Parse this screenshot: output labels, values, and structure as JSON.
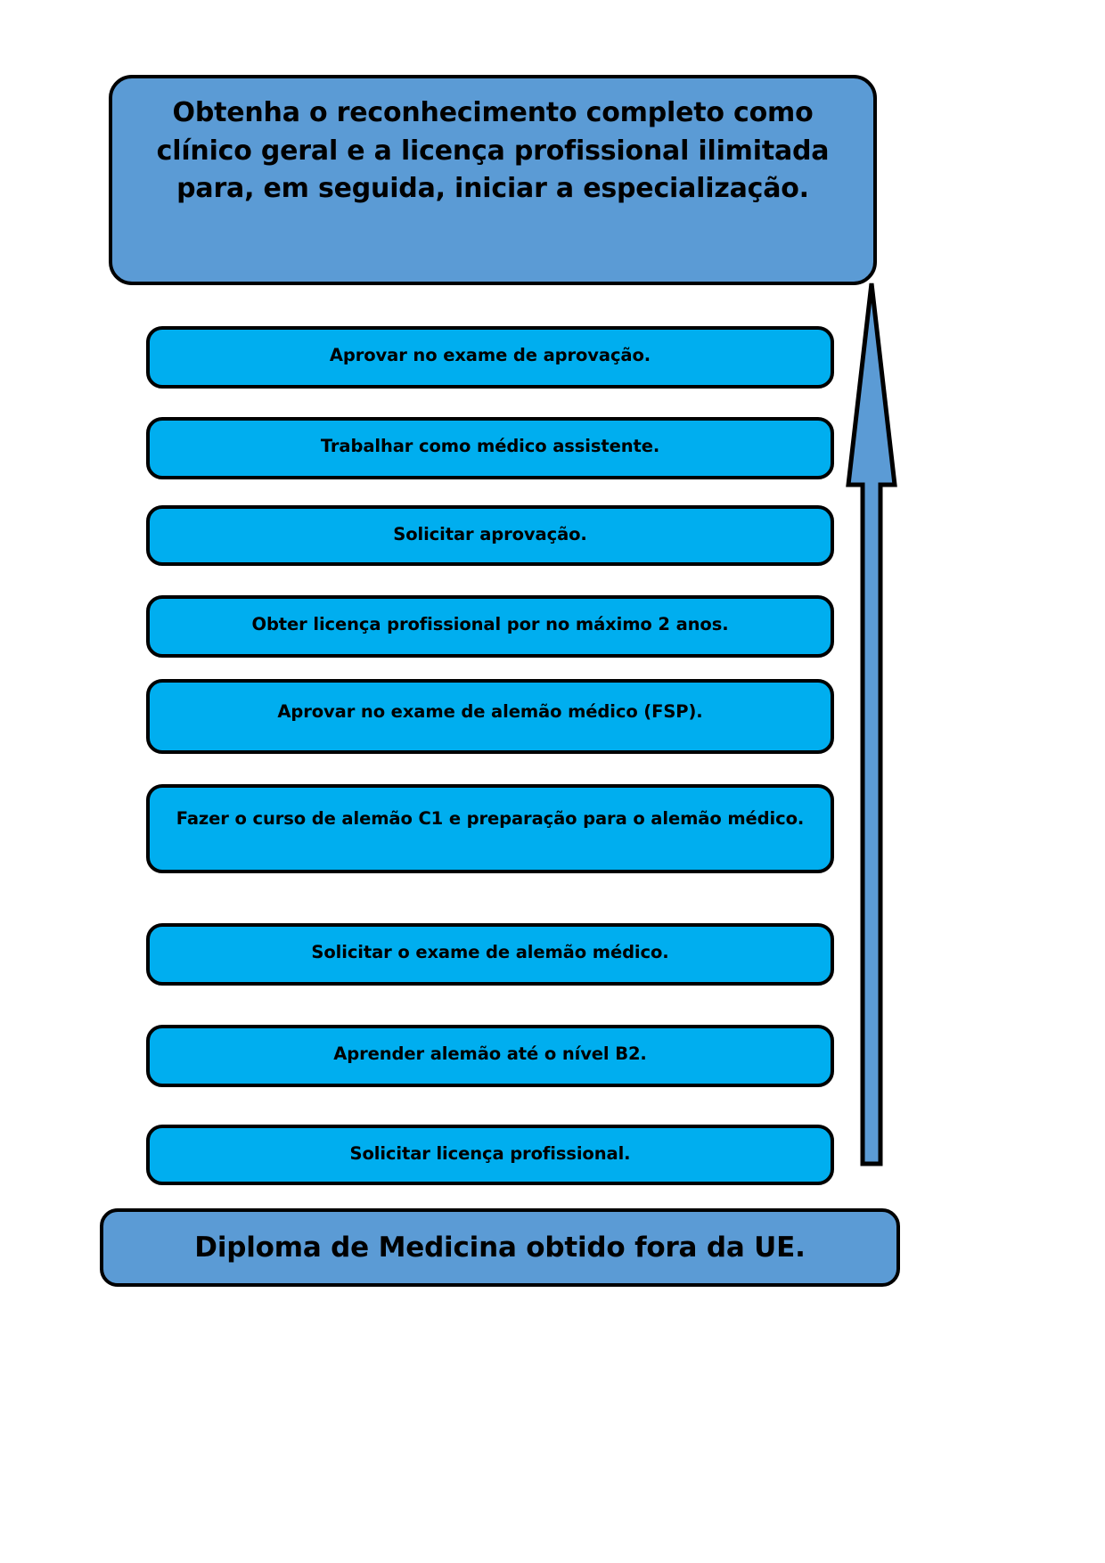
{
  "diagram": {
    "type": "flowchart-ladder",
    "direction": "bottom-to-top",
    "colors": {
      "goal_fill": "#5b9bd5",
      "step_fill": "#00aeef",
      "banner_fill": "#5b9bd5",
      "outline": "#000000",
      "text": "#000000",
      "background": "#ffffff"
    },
    "goal": {
      "label": "Obtenha o reconhecimento completo como clínico geral e a licença profissional ilimitada para, em seguida, iniciar a especialização."
    },
    "steps": [
      {
        "index": 1,
        "label": "Aprovar no exame de aprovação."
      },
      {
        "index": 2,
        "label": "Trabalhar como médico assistente."
      },
      {
        "index": 3,
        "label": "Solicitar aprovação."
      },
      {
        "index": 4,
        "label": "Obter licença profissional por no máximo 2 anos."
      },
      {
        "index": 5,
        "label": "Aprovar no exame de alemão médico (FSP)."
      },
      {
        "index": 6,
        "label": "Fazer o curso de alemão C1 e preparação para o alemão médico."
      },
      {
        "index": 7,
        "label": "Solicitar o exame de alemão médico."
      },
      {
        "index": 8,
        "label": "Aprender alemão até o nível B2."
      },
      {
        "index": 9,
        "label": "Solicitar licença profissional."
      }
    ],
    "start": {
      "label": "Diploma de Medicina obtido fora da UE."
    },
    "arrow": {
      "name": "progress-arrow-up",
      "direction": "up",
      "fill": "#5b9bd5",
      "outline": "#000000"
    }
  }
}
